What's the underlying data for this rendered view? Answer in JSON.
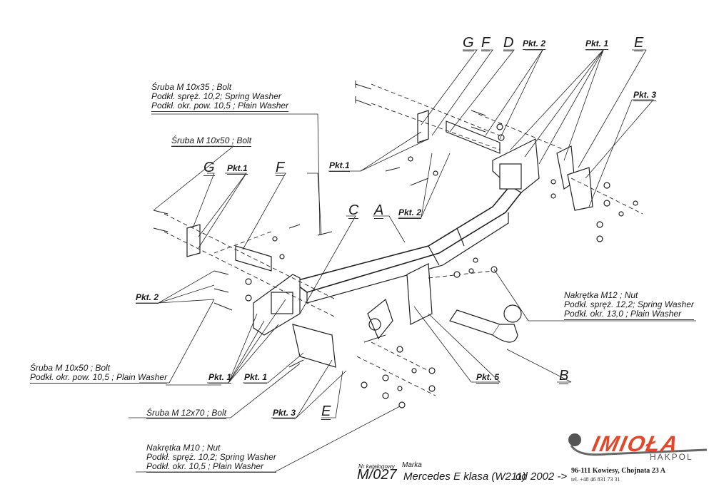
{
  "title": "Tow hitch assembly diagram",
  "callouts": {
    "top_left_bolt": [
      "Śruba M 10x35 ;  Bolt",
      "Podkł. spręż. 10,2; Spring Washer",
      "Podkł. okr. pow. 10,5  ; Plain Washer"
    ],
    "left_bolt_m10x50": "Śruba M 10x50 ;  Bolt",
    "lower_left_bolt": [
      "Śruba M 10x50 ;  Bolt",
      "Podkł. okr. pow. 10,5  ; Plain Washer"
    ],
    "bolt_m12x70": "Śruba M 12x70 ;  Bolt",
    "nut_m10": [
      "Nakrętka  M10 ; Nut",
      "Podkł. spręż. 10,2; Spring Washer",
      "Podkł. okr. 10,5  ; Plain Washer"
    ],
    "nut_m12": [
      "Nakrętka  M12 ; Nut",
      "Podkł. spręż. 12,2; Spring Washer",
      "Podkł. okr. 13,0  ; Plain Washer"
    ]
  },
  "part_letters": {
    "G_top": "G",
    "F_top": "F",
    "D_top": "D",
    "E_top": "E",
    "G_left": "G",
    "F_left": "F",
    "C": "C",
    "A": "A",
    "B": "B",
    "E_bottom": "E"
  },
  "points": {
    "pkt2_top": "Pkt. 2",
    "pkt1_top": "Pkt. 1",
    "pkt3_top": "Pkt. 3",
    "pkt1_upper_left": "Pkt.1",
    "pkt1_mid": "Pkt.1",
    "pkt2_mid": "Pkt. 2",
    "pkt2_left": "Pkt. 2",
    "pkt1_bottom_a": "Pkt. 1",
    "pkt1_bottom_b": "Pkt. 1",
    "pkt3_bottom": "Pkt. 3",
    "pkt5": "Pkt. 5"
  },
  "title_block": {
    "catalog_label": "Nr katalogowy",
    "make_label": "Marka",
    "catalog_no": "M/027",
    "model": "Mercedes E klasa (W211)",
    "year": "od  2002 ->"
  },
  "company": {
    "name": "IMIOŁA",
    "sub": "HAKPOL",
    "address": "96-111 Kowiesy, Chojnata 23 A",
    "phone": "tel. +48 46 831 73 31",
    "brand_color": "#e2472a"
  }
}
